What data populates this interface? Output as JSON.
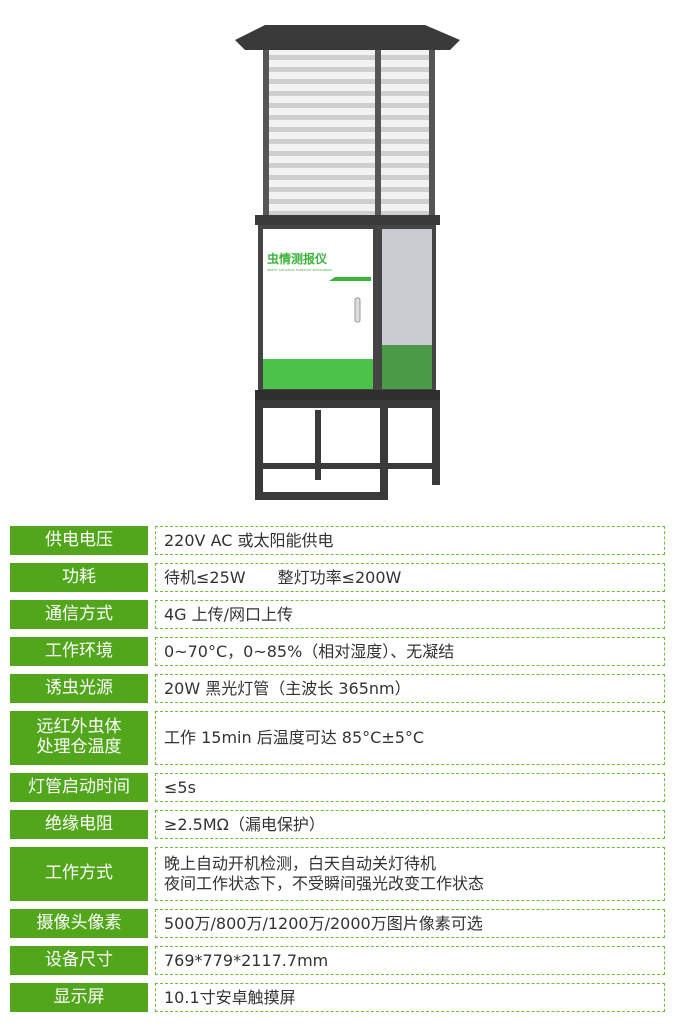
{
  "product": {
    "panel_title": "虫情测报仪",
    "panel_subtitle": "INSECT SITUATION FORECAST INSTRUMENT"
  },
  "colors": {
    "label_bg": "#52a61c",
    "border": "#6cbf3a",
    "device_green": "#4cc24a"
  },
  "specs": [
    {
      "label": "供电电压",
      "value": [
        "220V AC 或太阳能供电"
      ]
    },
    {
      "label": "功耗",
      "value": [
        "待机≤25W　　整灯功率≤200W"
      ]
    },
    {
      "label": "通信方式",
      "value": [
        "4G 上传/网口上传"
      ]
    },
    {
      "label": "工作环境",
      "value": [
        "0~70°C，0~85%（相对湿度）、无凝结"
      ]
    },
    {
      "label": "诱虫光源",
      "value": [
        "20W 黑光灯管（主波长 365nm）"
      ]
    },
    {
      "label": "远红外虫体\n处理仓温度",
      "value": [
        "工作 15min 后温度可达 85°C±5°C"
      ]
    },
    {
      "label": "灯管启动时间",
      "value": [
        "≤5s"
      ]
    },
    {
      "label": "绝缘电阻",
      "value": [
        "≥2.5MΩ（漏电保护）"
      ]
    },
    {
      "label": "工作方式",
      "value": [
        "晚上自动开机检测，白天自动关灯待机",
        "夜间工作状态下，不受瞬间强光改变工作状态"
      ]
    },
    {
      "label": "摄像头像素",
      "value": [
        "500万/800万/1200万/2000万图片像素可选"
      ]
    },
    {
      "label": "设备尺寸",
      "value": [
        "769*779*2117.7mm"
      ]
    },
    {
      "label": "显示屏",
      "value": [
        "10.1寸安卓触摸屏"
      ]
    }
  ]
}
